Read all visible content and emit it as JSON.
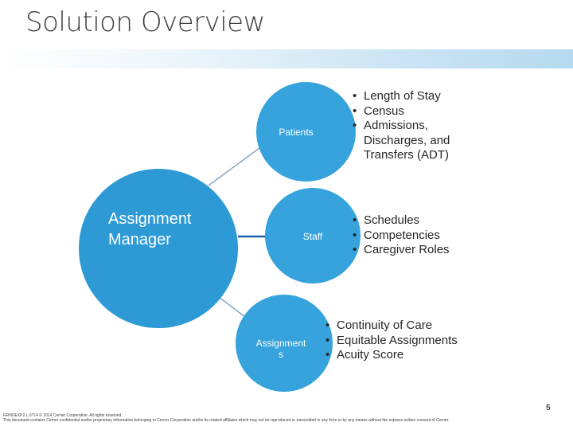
{
  "slide": {
    "title": "Solution Overview",
    "page_number": "5"
  },
  "diagram": {
    "center": "Assignment\nManager",
    "nodes": [
      {
        "label": "Patients"
      },
      {
        "label": "Staff"
      },
      {
        "label": "Assignment\ns"
      }
    ],
    "bullet_groups": [
      {
        "items": [
          "Length of Stay",
          "Census",
          "Admissions, Discharges, and Transfers (ADT)"
        ]
      },
      {
        "items": [
          "Schedules",
          "Competencies",
          "Caregiver Roles"
        ]
      },
      {
        "items": [
          "Continuity of Care",
          "Equitable Assignments",
          "Acuity Score"
        ]
      }
    ]
  },
  "footer": {
    "line1": "RRNDEXP2.L.0714     © 2014 Cerner Corporation. All rights reserved.",
    "line2": "This document contains Cerner confidential and/or proprietary information belonging to Cerner Corporation and/or its related affiliates which may not be reproduced or transmitted in any form or by any means without the express written consent of Cerner."
  },
  "colors": {
    "circle_blue": "#2d9ad6",
    "connector": "#1f5fa8",
    "title_text": "#404040"
  }
}
